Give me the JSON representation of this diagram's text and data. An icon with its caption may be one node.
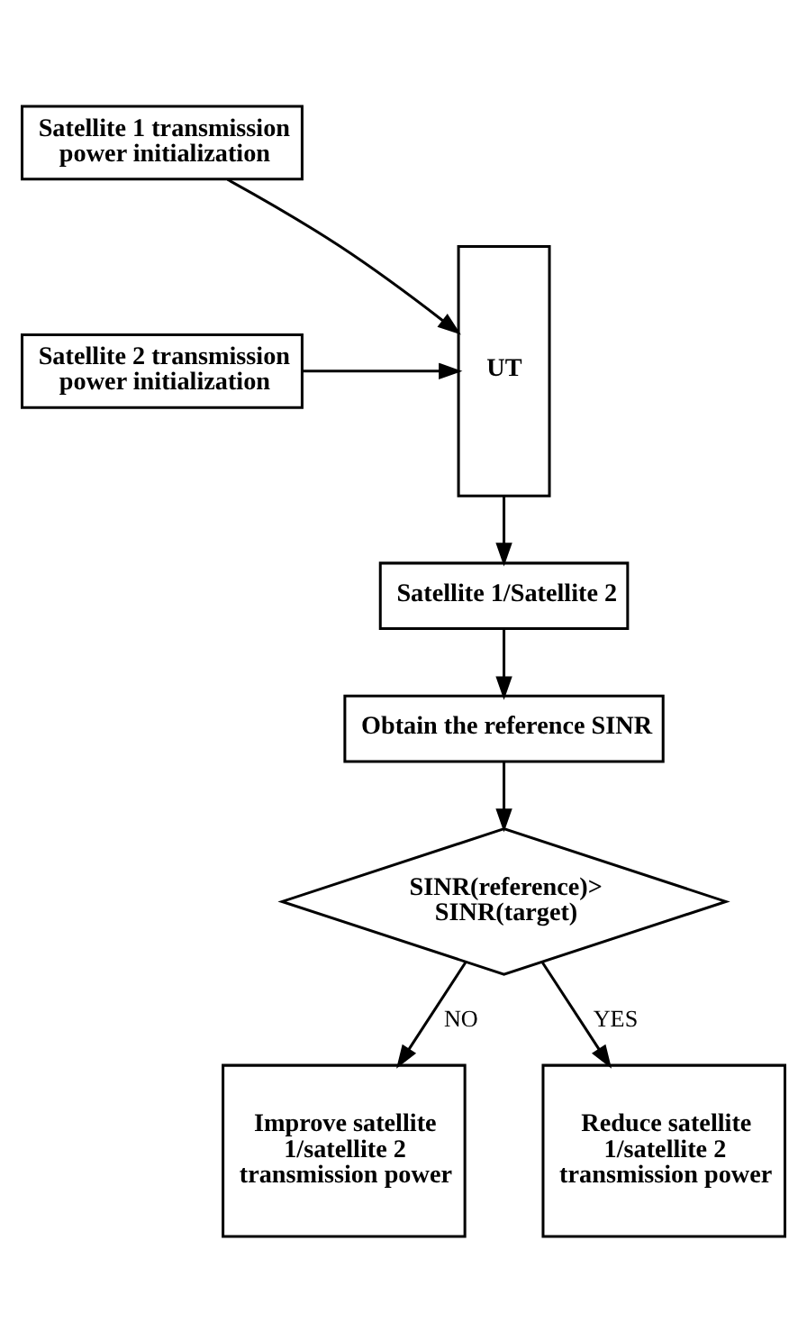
{
  "diagram": {
    "nodes": [
      {
        "text": [
          "Satellite 1 transmission power initialization"
        ]
      },
      {
        "text": [
          "Satellite 2 transmission power initialization"
        ]
      },
      {
        "text": [
          "UT"
        ]
      },
      {
        "text": [
          "Satellite 1/Satellite 2"
        ]
      },
      {
        "text": [
          "Obtain the reference SINR"
        ]
      },
      {
        "text": [
          "SINR(reference)> SINR(target)"
        ]
      },
      {
        "text": [
          "Improve satellite 1/satellite 2 transmission power"
        ]
      },
      {
        "text": [
          "Reduce satellite 1/satellite 2 transmission power"
        ]
      }
    ],
    "edges": [
      {
        "from": 0,
        "to": 2,
        "arrow": "to"
      },
      {
        "from": 1,
        "to": 2,
        "arrow": "to"
      },
      {
        "from": 2,
        "to": 3,
        "arrow": "to"
      },
      {
        "from": 3,
        "to": 4,
        "arrow": "to"
      },
      {
        "from": 4,
        "to": 5,
        "arrow": "to"
      },
      {
        "from": 5,
        "to": 6,
        "label": "NO",
        "arrow": "to"
      },
      {
        "from": 5,
        "to": 7,
        "label": "YES",
        "arrow": "to"
      }
    ]
  }
}
